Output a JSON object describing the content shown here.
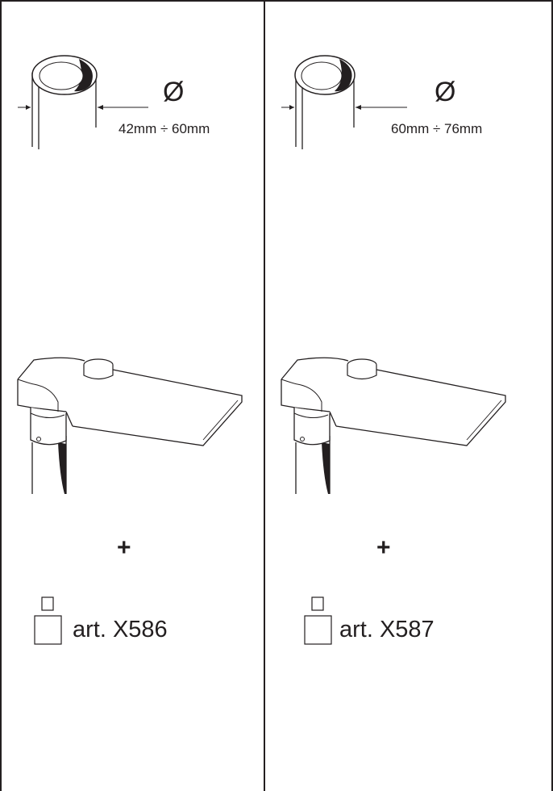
{
  "panels": [
    {
      "diameter_symbol": "Ø",
      "diameter_range": "42mm ÷  60mm",
      "plus": "+",
      "article": "art. X586"
    },
    {
      "diameter_symbol": "Ø",
      "diameter_range": "60mm ÷  76mm",
      "plus": "+",
      "article": "art. X587"
    }
  ],
  "colors": {
    "line": "#231f20",
    "background": "#ffffff"
  },
  "icons": [
    "pipe-diameter-icon",
    "dimension-arrow-icon",
    "street-lamp-icon",
    "adapter-icon"
  ]
}
